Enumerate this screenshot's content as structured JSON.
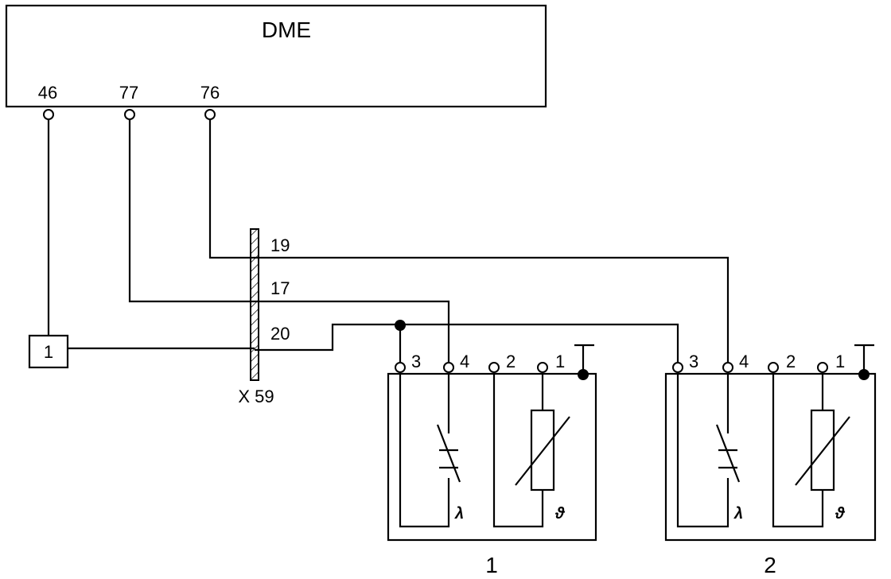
{
  "dme": {
    "title": "DME",
    "pins": [
      "46",
      "77",
      "76"
    ]
  },
  "connector": {
    "label": "X 59",
    "pins": [
      "19",
      "17",
      "20"
    ]
  },
  "component_1_box": {
    "label": "1"
  },
  "sensors": [
    {
      "label": "1",
      "terminals": [
        "3",
        "4",
        "2",
        "1"
      ],
      "element_symbols": [
        "λ",
        "ϑ"
      ]
    },
    {
      "label": "2",
      "terminals": [
        "3",
        "4",
        "2",
        "1"
      ],
      "element_symbols": [
        "λ",
        "ϑ"
      ]
    }
  ]
}
